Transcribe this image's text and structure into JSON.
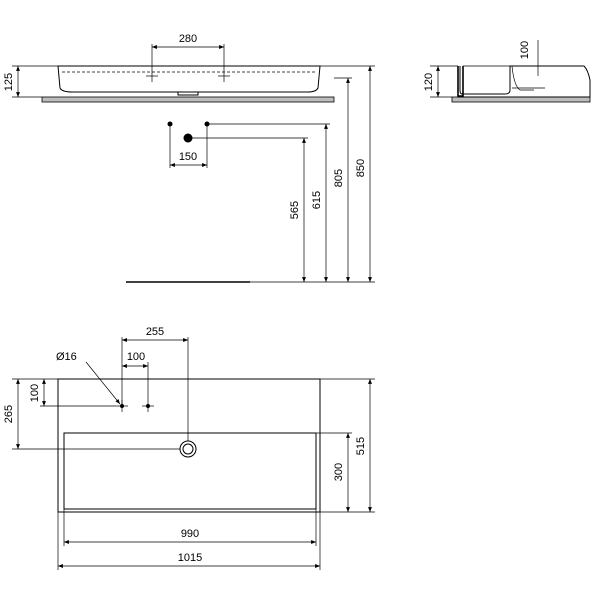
{
  "drawing": {
    "front_view": {
      "hole_spacing": "280",
      "height_basin": "125",
      "pipe_spacing": "150",
      "height_565": "565",
      "height_615": "615",
      "height_805": "805",
      "height_850": "850"
    },
    "side_view": {
      "depth_100": "100",
      "height_120": "120"
    },
    "top_view": {
      "tap_offset": "255",
      "tap_hole_spacing": "100",
      "hole_diameter": "Ø16",
      "hole_from_back": "100",
      "drain_from_back": "265",
      "basin_depth": "300",
      "overall_depth": "515",
      "inner_width": "990",
      "overall_width": "1015"
    }
  }
}
